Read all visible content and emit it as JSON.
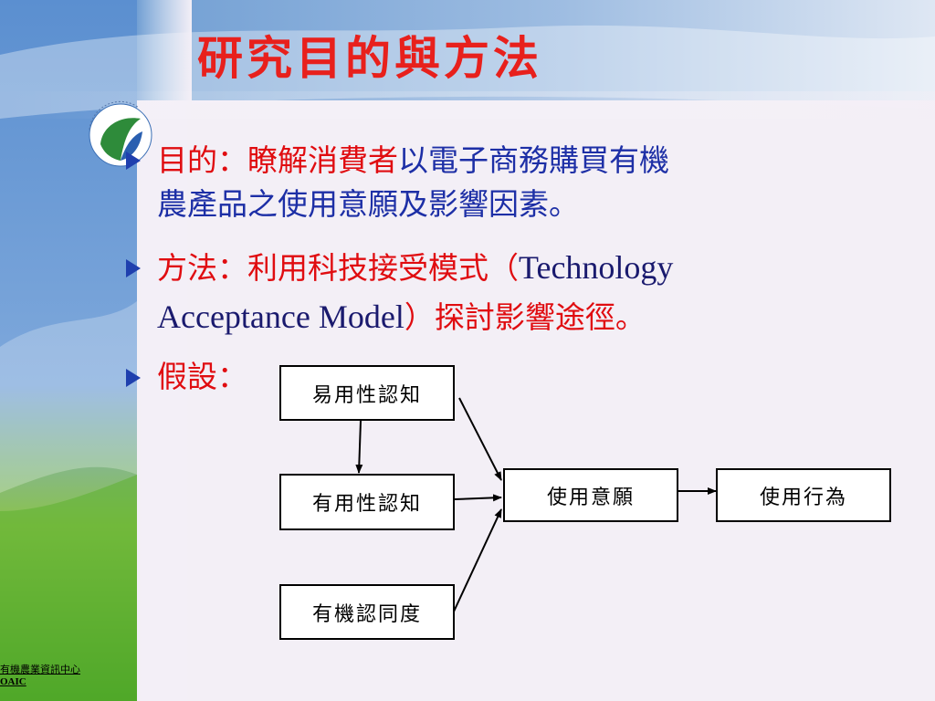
{
  "title": "研究目的與方法",
  "bullets": {
    "purpose": {
      "label": "目的：",
      "text_red": "瞭解消費者",
      "text_blue_1": "以電子商務購買有機",
      "text_blue_2": "農產品之使用意願及影響因素。"
    },
    "method": {
      "label": "方法：",
      "text_1": "利用科技接受模式（",
      "text_latin_1": "Technology",
      "text_latin_2": "Acceptance Model",
      "text_2": "）探討影響途徑。"
    },
    "hypothesis": {
      "label": "假設："
    }
  },
  "diagram": {
    "nodes": {
      "ease": "易用性認知",
      "useful": "有用性認知",
      "organic": "有機認同度",
      "intention": "使用意願",
      "behavior": "使用行為"
    }
  },
  "footer": {
    "line1": "有機農業資訊中心",
    "line2": "OAIC"
  },
  "colors": {
    "title": "#e8201c",
    "accent_blue": "#1d2fa6",
    "bullet": "#1f3fae"
  }
}
